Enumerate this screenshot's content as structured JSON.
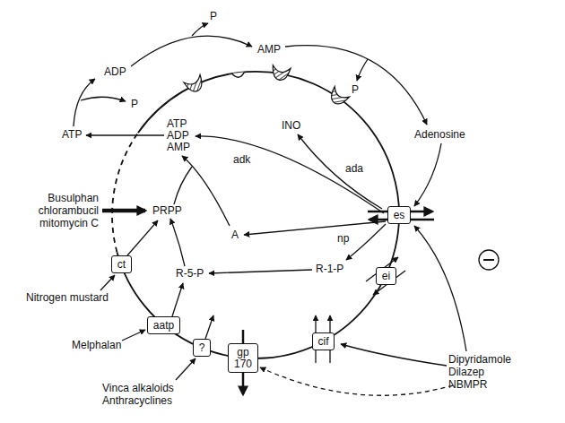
{
  "diagram": {
    "nodes": [
      {
        "text": [
          "es"
        ]
      },
      {
        "text": [
          "ei"
        ]
      },
      {
        "text": [
          "ct"
        ]
      },
      {
        "text": [
          "aatp"
        ]
      },
      {
        "text": [
          "cif"
        ]
      },
      {
        "text": [
          "?"
        ]
      },
      {
        "text": [
          "gp 170"
        ]
      }
    ],
    "labels": [
      "ATP",
      "P",
      "ADP",
      "P",
      "AMP",
      "P",
      "Adenosine",
      "ATP",
      "ADP",
      "AMP",
      "INO",
      "ada",
      "adk",
      "Busulphan chlorambucil mitomycin C",
      "PRPP",
      "A",
      "np",
      "R-1-P",
      "R-5-P",
      "Nitrogen mustard",
      "Melphalan",
      "Vinca alkaloids Anthracyclines",
      "Dipyridamole Dilazep NBMPR"
    ]
  }
}
